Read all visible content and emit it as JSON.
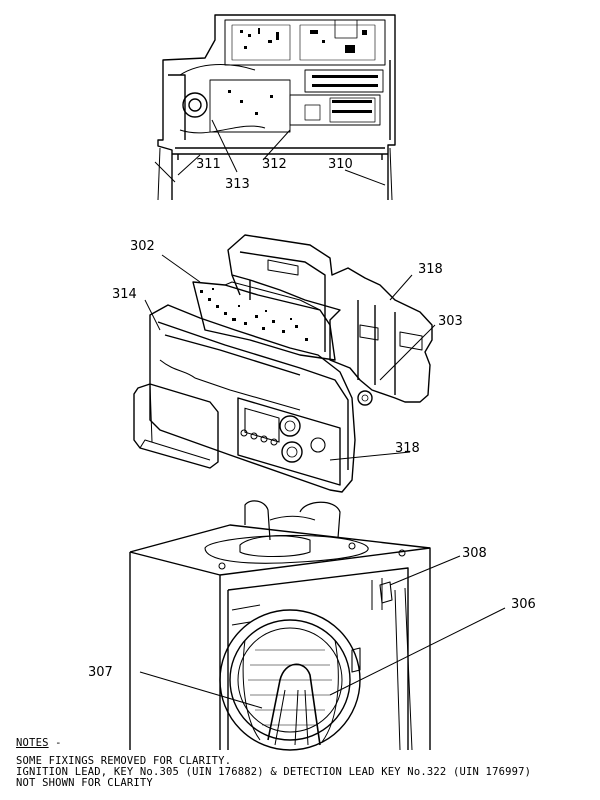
{
  "callouts": {
    "c311": "311",
    "c313": "313",
    "c312": "312",
    "c310": "310",
    "c302": "302",
    "c318a": "318",
    "c314": "314",
    "c303": "303",
    "c318b": "318",
    "c308": "308",
    "c306": "306",
    "c307": "307"
  },
  "notes": {
    "heading": "NOTES",
    "dash": " -",
    "line1": "SOME FIXINGS REMOVED FOR CLARITY.",
    "line2": "IGNITION LEAD, KEY No.305 (UIN 176882) & DETECTION LEAD KEY No.322 (UIN 176997)",
    "line3": "NOT SHOWN FOR CLARITY"
  }
}
